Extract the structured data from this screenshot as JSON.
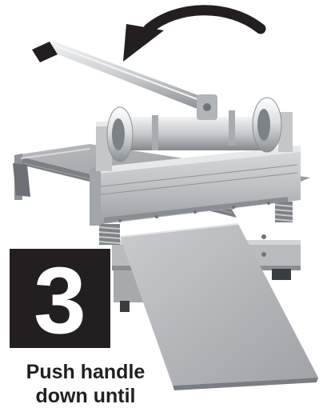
{
  "step": {
    "number": "3"
  },
  "caption": {
    "line1": "Push handle",
    "line2": "down until"
  },
  "colors": {
    "badge": "#231f20",
    "badge_text": "#ffffff",
    "caption_text": "#231f20",
    "arrow": "#231f20",
    "metal_light": "#e4e6e8",
    "metal_mid": "#b7bbbf",
    "metal_dark": "#6f7478",
    "base_surface": "#a7a9ac"
  },
  "icons": {
    "arrow": "curved-arrow-icon",
    "cutter": "floor-cutter-illustration"
  }
}
